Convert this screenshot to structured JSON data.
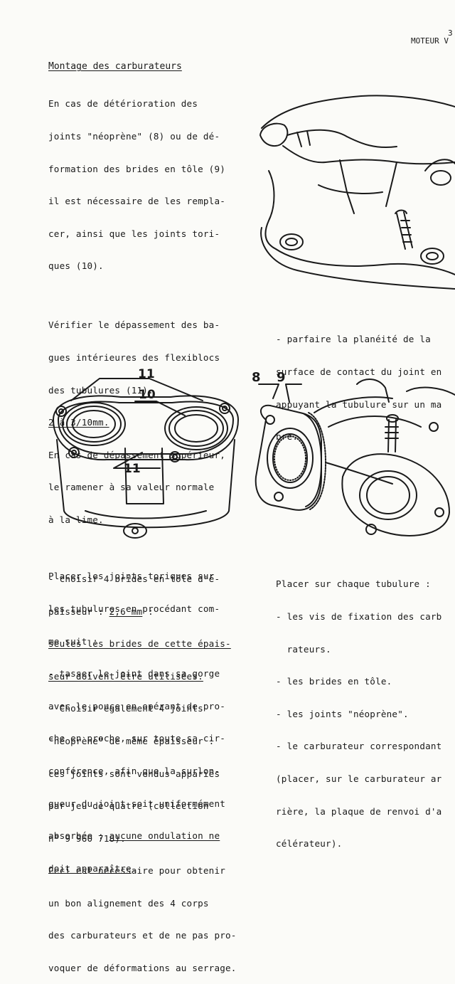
{
  "header": {
    "page_number": "3",
    "running_title": "MOTEUR V"
  },
  "section_title": "Montage des carburateurs",
  "col1_block1": [
    "En cas de détérioration des",
    "joints \"néoprène\" (8) ou de dé-",
    "formation des brides en tôle (9)",
    "il est nécessaire de les rempla-",
    "cer, ainsi que les joints tori-",
    "ques (10)."
  ],
  "col1_block2": [
    "Vérifier le dépassement des ba-",
    "gues intérieures des flexiblocs",
    "des tubulures (11)."
  ],
  "col1_tolerance": "2 à 3/10mm.",
  "col1_block3": [
    "En cas de dépassement supérieur,",
    "le ramener à sa valeur normale",
    "à la lime."
  ],
  "col1_block4": {
    "line1": "- choisir 4 brides en tôle d'é-",
    "line2_prefix": "paisseur : ",
    "line2_value": "2,6 mm",
    "line2_suffix": " :",
    "line3": "seules les brides de cette épais-",
    "line4": "seur doivent être utilisées.",
    "rest": [
      "- Choisir également 4 joints",
      "\"néoprène\" de même épaisseur :",
      "ces joints sont vendus appariés",
      "par jeu de quatre (collection",
      "n° 9 960 718).",
      "Ceci est nécessaire pour obtenir",
      "un bon alignement des 4 corps",
      "des carburateurs et de ne pas pro-",
      "voquer de déformations au serrage."
    ]
  },
  "col2_top": [
    "- parfaire la planéité de la",
    "surface de contact du joint en",
    "appuyant la tubulure sur un ma",
    "bre."
  ],
  "col1_bottom": {
    "lines": [
      "Placer les joints toriques sur",
      "les tubulures en procédant com-",
      "me suit :",
      "- tasser le joint dans sa gorge",
      "avec le pouce en opérant de pro-",
      "che en proche, sur toute sa cir-",
      "conférence, afin que la surlon-",
      "gueur du joint soit uniformément"
    ],
    "last_prefix": "absorbée : ",
    "last_underlined": "aucune ondulation ne",
    "final_underlined": "doit apparaître",
    "final_suffix": "."
  },
  "col2_bottom": [
    "Placer sur chaque tubulure :",
    "- les vis de fixation des carb",
    "  rateurs.",
    "- les brides en tôle.",
    "- les joints \"néoprène\".",
    "- le carburateur correspondant",
    "(placer, sur le carburateur ar",
    "rière, la plaque de renvoi d'a",
    "célérateur)."
  ],
  "figure_labels": {
    "fig2_a": "11",
    "fig2_b": "10",
    "fig2_c": "11",
    "fig3_a": "8",
    "fig3_b": "9"
  }
}
